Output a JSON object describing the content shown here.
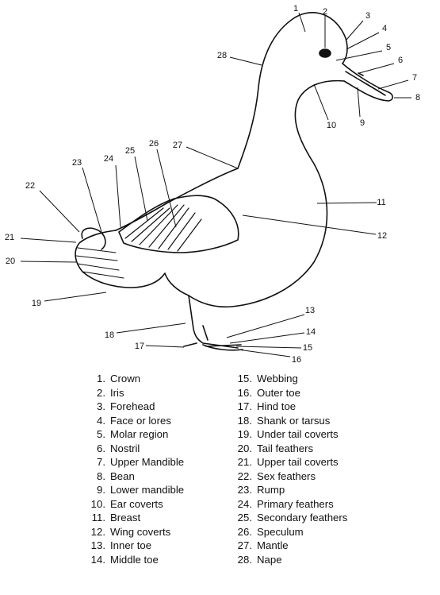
{
  "diagram": {
    "callout_numbers": [
      "1",
      "2",
      "3",
      "4",
      "5",
      "6",
      "7",
      "8",
      "9",
      "10",
      "11",
      "12",
      "13",
      "14",
      "15",
      "16",
      "17",
      "18",
      "19",
      "20",
      "21",
      "22",
      "23",
      "24",
      "25",
      "26",
      "27",
      "28"
    ]
  },
  "legend": {
    "left_column": [
      {
        "num": "1.",
        "label": "Crown"
      },
      {
        "num": "2.",
        "label": "Iris"
      },
      {
        "num": "3.",
        "label": "Forehead"
      },
      {
        "num": "4.",
        "label": "Face or lores"
      },
      {
        "num": "5.",
        "label": "Molar region"
      },
      {
        "num": "6.",
        "label": "Nostril"
      },
      {
        "num": "7.",
        "label": "Upper Mandible"
      },
      {
        "num": "8.",
        "label": "Bean"
      },
      {
        "num": "9.",
        "label": "Lower mandible"
      },
      {
        "num": "10.",
        "label": "Ear coverts"
      },
      {
        "num": "11.",
        "label": "Breast"
      },
      {
        "num": "12.",
        "label": "Wing coverts"
      },
      {
        "num": "13.",
        "label": "Inner toe"
      },
      {
        "num": "14.",
        "label": "Middle toe"
      }
    ],
    "right_column": [
      {
        "num": "15.",
        "label": "Webbing"
      },
      {
        "num": "16.",
        "label": "Outer toe"
      },
      {
        "num": "17.",
        "label": "Hind toe"
      },
      {
        "num": "18.",
        "label": "Shank or tarsus"
      },
      {
        "num": "19.",
        "label": "Under tail coverts"
      },
      {
        "num": "20.",
        "label": "Tail feathers"
      },
      {
        "num": "21.",
        "label": "Upper tail coverts"
      },
      {
        "num": "22.",
        "label": "Sex feathers"
      },
      {
        "num": "23.",
        "label": "Rump"
      },
      {
        "num": "24.",
        "label": "Primary feathers"
      },
      {
        "num": "25.",
        "label": "Secondary feathers"
      },
      {
        "num": "26.",
        "label": "Speculum"
      },
      {
        "num": "27.",
        "label": "Mantle"
      },
      {
        "num": "28.",
        "label": "Nape"
      }
    ]
  }
}
